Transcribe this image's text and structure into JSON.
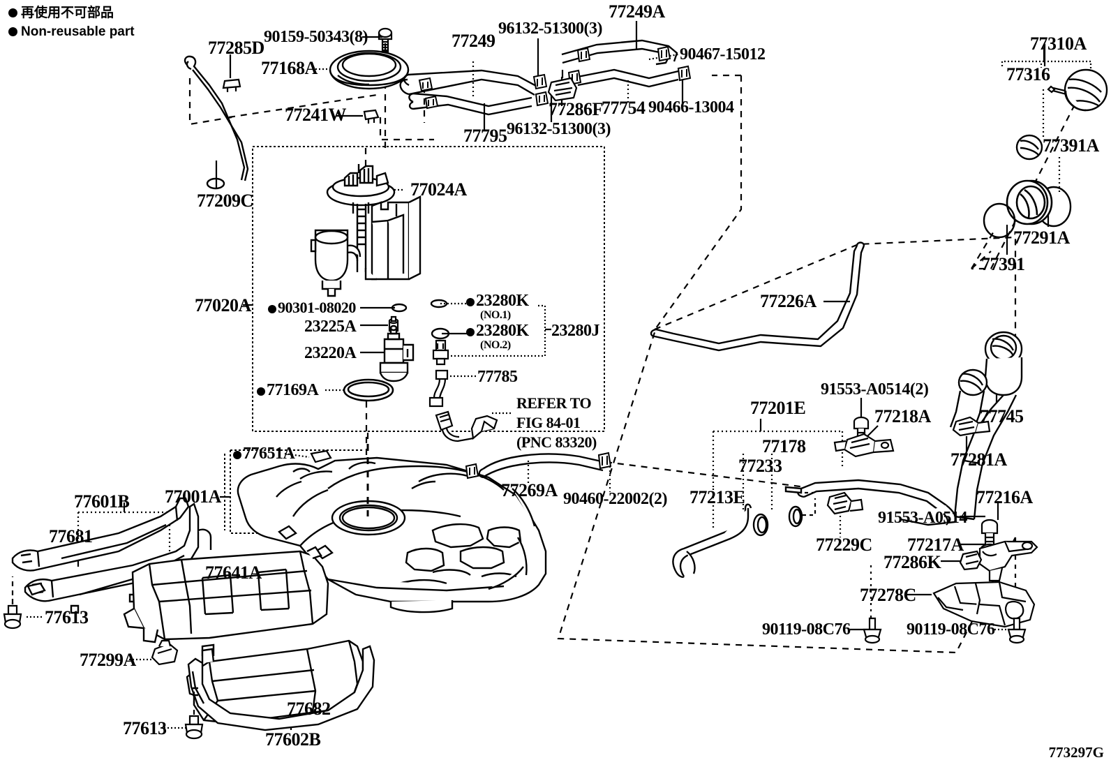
{
  "diagram": {
    "code": "773297G",
    "legend": {
      "japanese": "再使用不可部品",
      "english": "Non-reusable part",
      "marker": "filled-circle"
    },
    "refer_note": {
      "line1": "REFER TO",
      "line2": "FIG 84-01",
      "line3": "(PNC 83320)"
    }
  },
  "labels": {
    "l77285D": "77285D",
    "l90159": "90159-50343(8)",
    "l77168A": "77168A",
    "l77241W": "77241W",
    "l77209C": "77209C",
    "l77249": "77249",
    "l96132a": "96132-51300(3)",
    "l77249A": "77249A",
    "l90467": "90467-15012",
    "l77286F": "77286F",
    "l77754": "77754",
    "l90466": "90466-13004",
    "l77795": "77795",
    "l96132b": "96132-51300(3)",
    "l77310A": "77310A",
    "l77316": "77316",
    "l77391A": "77391A",
    "l77291A": "77291A",
    "l77391": "77391",
    "l77024A": "77024A",
    "l77020A": "77020A",
    "l90301": "90301-08020",
    "l23225A": "23225A",
    "l23220A": "23220A",
    "l23280K1": "23280K",
    "l23280K1sub": "(NO.1)",
    "l23280K2": "23280K",
    "l23280K2sub": "(NO.2)",
    "l23280J": "23280J",
    "l77785": "77785",
    "l77169A": "77169A",
    "l77226A": "77226A",
    "l77651A": "77651A",
    "l77001A": "77001A",
    "l77601B": "77601B",
    "l77681": "77681",
    "l77613a": "77613",
    "l77641A": "77641A",
    "l77299A": "77299A",
    "l77613b": "77613",
    "l77682": "77682",
    "l77602B": "77602B",
    "l77269A": "77269A",
    "l90460": "90460-22002(2)",
    "l77201E": "77201E",
    "l77178": "77178",
    "l77233": "77233",
    "l77213E": "77213E",
    "l77229C": "77229C",
    "l91553a": "91553-A0514(2)",
    "l77218A": "77218A",
    "l77745": "77745",
    "l77281A": "77281A",
    "l77216A": "77216A",
    "l91553b": "91553-A0514",
    "l77217A": "77217A",
    "l77286K": "77286K",
    "l77278C": "77278C",
    "l90119a": "90119-08C76",
    "l90119b": "90119-08C76"
  },
  "colors": {
    "line": "#000000",
    "background": "#ffffff"
  }
}
